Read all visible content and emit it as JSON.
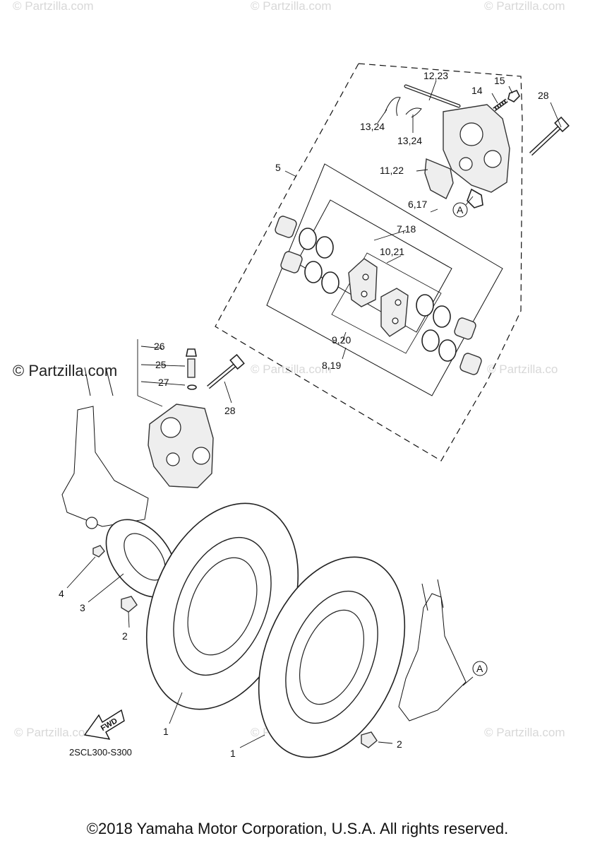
{
  "watermarks": {
    "top_left": "© Partzilla.com",
    "top_center": "© Partzilla.com",
    "top_right": "© Partzilla.com",
    "mid_left": "© Partzilla.com",
    "mid_center": "© Partzilla.com",
    "mid_right": "© Partzilla.co",
    "bottom_left": "© Partzilla.com",
    "bottom_center": "© Partzilla.com",
    "bottom_right": "© Partzilla.com"
  },
  "callouts": {
    "c1a": "1",
    "c1b": "1",
    "c2a": "2",
    "c2b": "2",
    "c3": "3",
    "c4": "4",
    "c5": "5",
    "c6_17": "6,17",
    "c7_18": "7,18",
    "c8_19": "8,19",
    "c9_20": "9,20",
    "c10_21": "10,21",
    "c11_22": "11,22",
    "c12_23": "12,23",
    "c13_24a": "13,24",
    "c13_24b": "13,24",
    "c14": "14",
    "c15": "15",
    "c25": "25",
    "c26": "26",
    "c27": "27",
    "c28a": "28",
    "c28b": "28",
    "ref_a1": "A",
    "ref_a2": "A"
  },
  "fwd_label": "FWD",
  "diagram_code": "2SCL300-S300",
  "footer": "©2018 Yamaha Motor Corporation, U.S.A. All rights reserved."
}
